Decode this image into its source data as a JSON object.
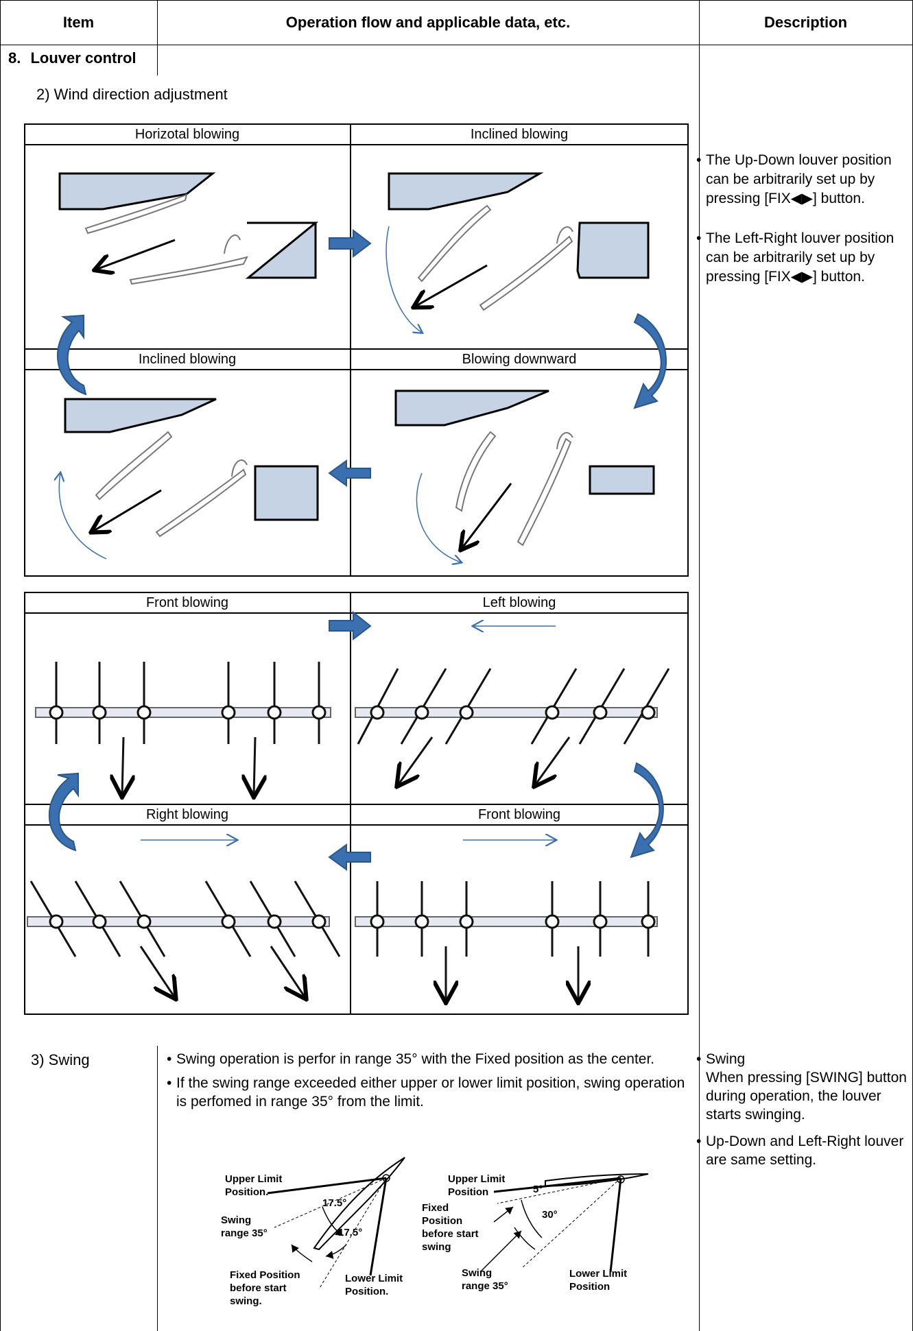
{
  "header": {
    "col_item": "Item",
    "col_operation": "Operation flow and applicable data, etc.",
    "col_description": "Description"
  },
  "section": {
    "number": "8.",
    "title": "Louver control"
  },
  "wind_direction": {
    "heading": "2) Wind direction adjustment",
    "updown_panels": {
      "top_left": "Horizotal blowing",
      "top_right": "Inclined blowing",
      "bottom_left": "Inclined blowing",
      "bottom_right": "Blowing downward"
    },
    "leftright_panels": {
      "top_left": "Front blowing",
      "top_right": "Left blowing",
      "bottom_left": "Right blowing",
      "bottom_right": "Front blowing"
    }
  },
  "description": {
    "bullet1": "The Up-Down louver position can be arbitrarily set up by pressing [FIX◀▶] button.",
    "bullet2": "The Left-Right louver position can be arbitrarily set up by pressing [FIX◀▶] button.",
    "swing_title": "Swing",
    "swing_text": "When pressing [SWING] button during operation, the louver starts swinging.",
    "swing_bullet2": "Up-Down and Left-Right louver are same setting."
  },
  "swing": {
    "label": "3) Swing",
    "bullet1": "Swing operation is perfor in range 35° with the Fixed position as the center.",
    "bullet2": "If the swing range exceeded either upper or lower limit position, swing operation is perfomed in range 35° from the limit.",
    "diagram_left": {
      "upper_limit": "Upper Limit\nPosition.",
      "swing_range": "Swing\nrange 35°",
      "angle_top": "17.5°",
      "angle_bottom": "17.5°",
      "fixed_position": "Fixed Position\nbefore start\nswing.",
      "lower_limit": "Lower Limit\nPosition."
    },
    "diagram_right": {
      "upper_limit": "Upper Limit\nPosition",
      "angle_small": "5°",
      "angle_large": "30°",
      "fixed_position": "Fixed\nPosition\nbefore start\nswing",
      "swing_range": "Swing\nrange 35°",
      "lower_limit": "Lower Limit\nPosition"
    }
  }
}
